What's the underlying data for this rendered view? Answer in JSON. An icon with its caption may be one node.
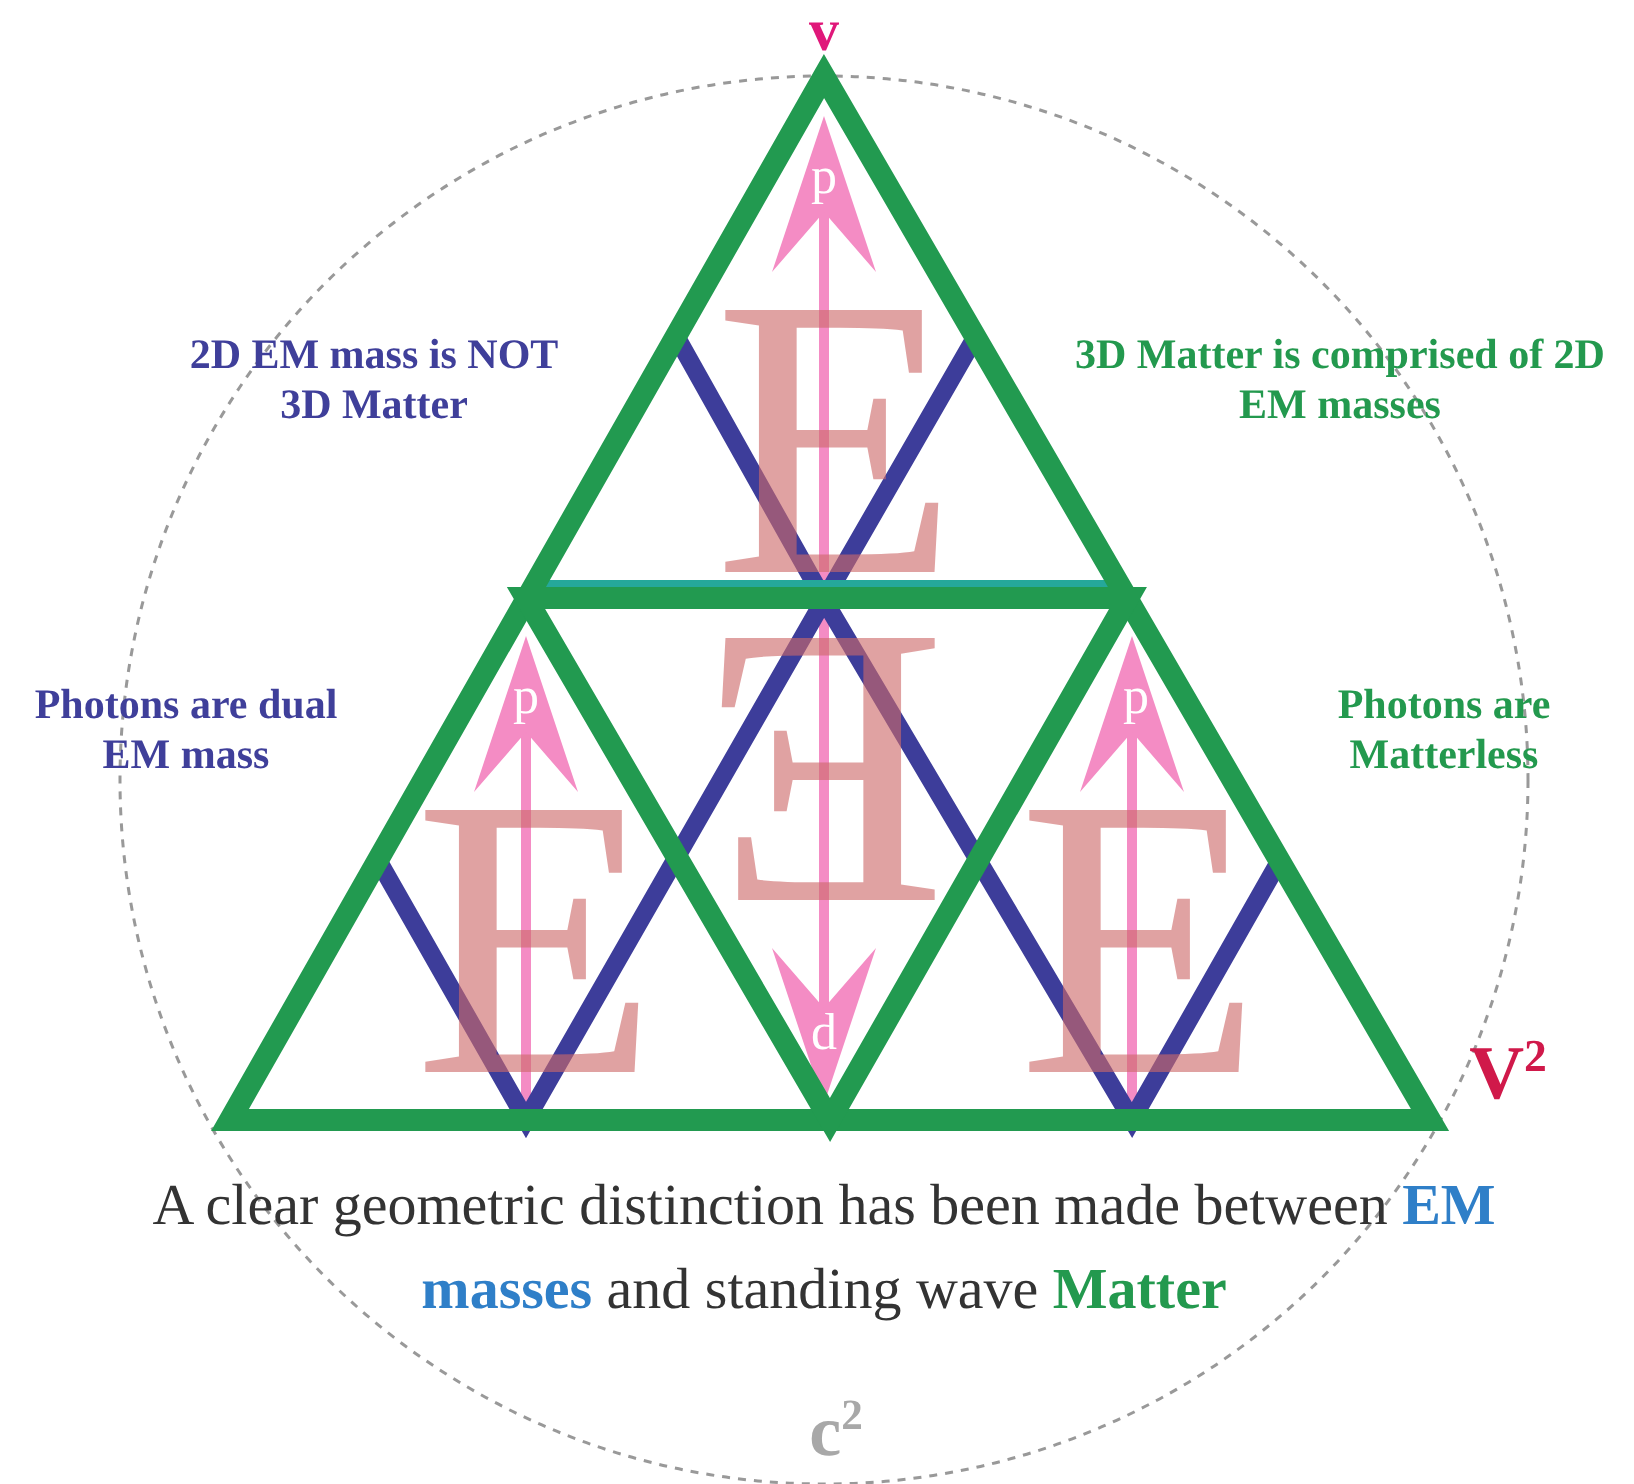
{
  "diagram": {
    "labels": [
      "v",
      "p",
      "2D EM mass is NOT 3D Matter",
      "3D Matter is comprised of 2D EM masses",
      "E",
      "E",
      "p",
      "p",
      "Photons are dual EM mass",
      "Photons are Matterless",
      "E",
      "E",
      "d",
      "V$^{2}$",
      "c$^{2}$"
    ],
    "caption": "A clear geometric distinction has been made between **EM masses** and standing wave **Matter**"
  }
}
